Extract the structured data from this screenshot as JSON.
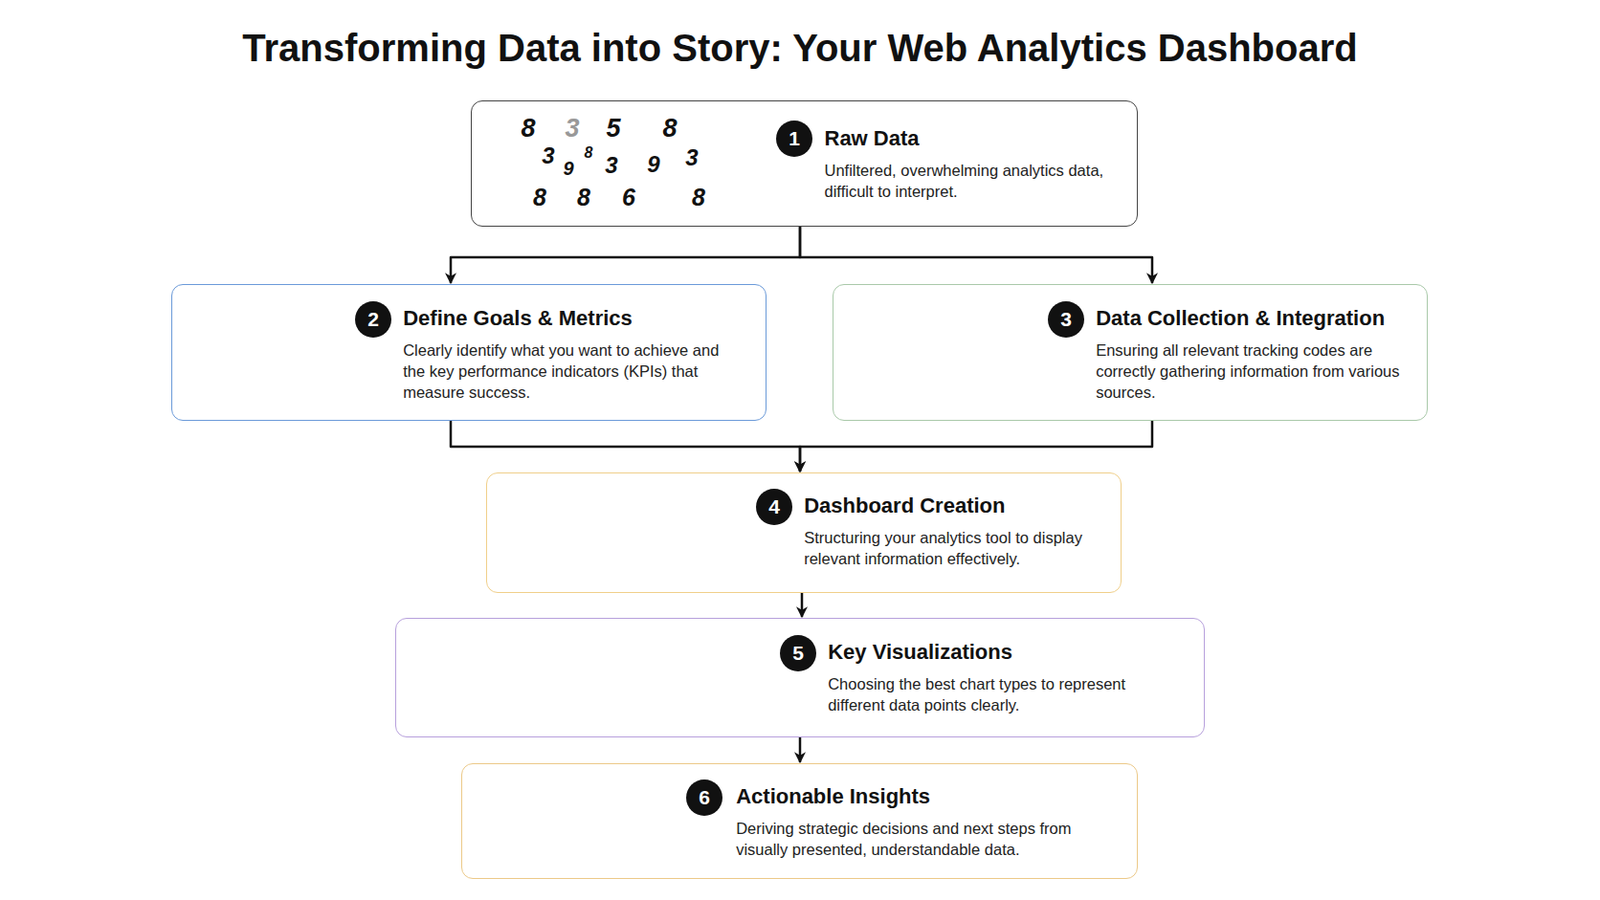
{
  "diagram": {
    "title": "Transforming Data into Story: Your Web Analytics Dashboard",
    "nodes": [
      {
        "text": [
          "Raw Data",
          "Unfiltered, overwhelming analytics data, difficult to interpret."
        ]
      },
      {
        "text": [
          "Define Goals & Metrics",
          "Clearly identify what you want to achieve and the key performance indicators (KPIs) that measure success."
        ]
      },
      {
        "text": [
          "Data Collection & Integration",
          "Ensuring all relevant tracking codes are correctly gathering information from various sources."
        ]
      },
      {
        "text": [
          "Dashboard Creation",
          "Structuring your analytics tool to display relevant information effectively."
        ]
      },
      {
        "text": [
          "Key Visualizations",
          "Choosing the best chart types to represent different data points clearly."
        ]
      },
      {
        "text": [
          "Actionable Insights",
          "Deriving strategic decisions and next steps from visually presented, understandable data."
        ]
      }
    ],
    "edges": [
      {
        "from": 0,
        "to": 1,
        "arrow": "to"
      },
      {
        "from": 0,
        "to": 2,
        "arrow": "to"
      },
      {
        "from": 1,
        "to": 3,
        "arrow": "to"
      },
      {
        "from": 2,
        "to": 3,
        "arrow": "to"
      },
      {
        "from": 3,
        "to": 4,
        "arrow": "to"
      },
      {
        "from": 4,
        "to": 5,
        "arrow": "to"
      }
    ],
    "labels": [
      "1",
      "2",
      "3",
      "4",
      "5",
      "6",
      "8",
      "3",
      "5",
      "8",
      "3",
      "9",
      "8",
      "3",
      "9",
      "3",
      "8",
      "8",
      "6",
      "8"
    ]
  }
}
